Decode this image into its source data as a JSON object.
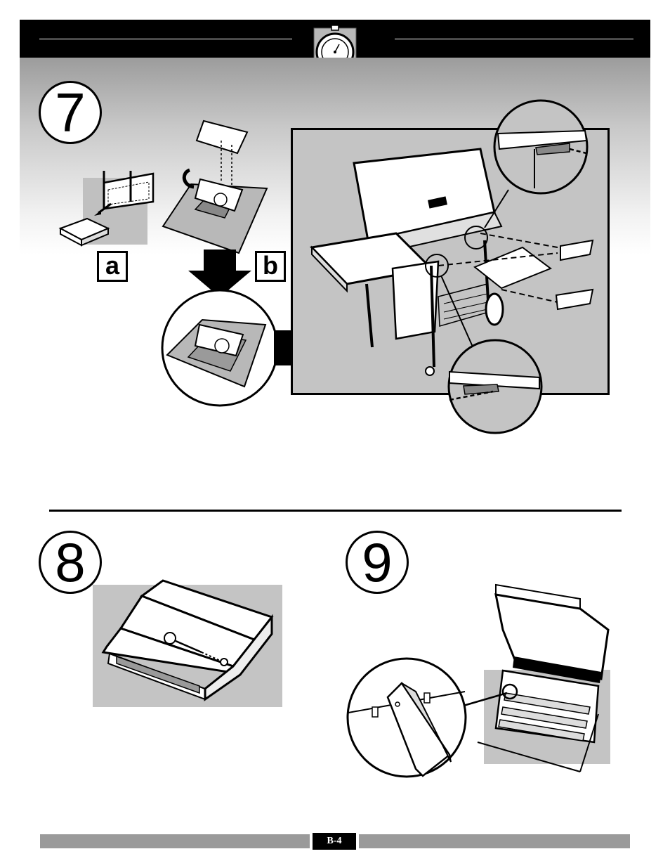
{
  "steps": {
    "step7": {
      "number": "7",
      "sub_a": "a",
      "sub_b": "b"
    },
    "step8": {
      "number": "8"
    },
    "step9": {
      "number": "9"
    }
  },
  "header": {
    "icon": "stopwatch-icon"
  },
  "footer": {
    "page_label": "B-4"
  },
  "colors": {
    "panel_gray": "#c4c4c4",
    "black": "#000000",
    "footer_gray": "#9a9a9a"
  }
}
